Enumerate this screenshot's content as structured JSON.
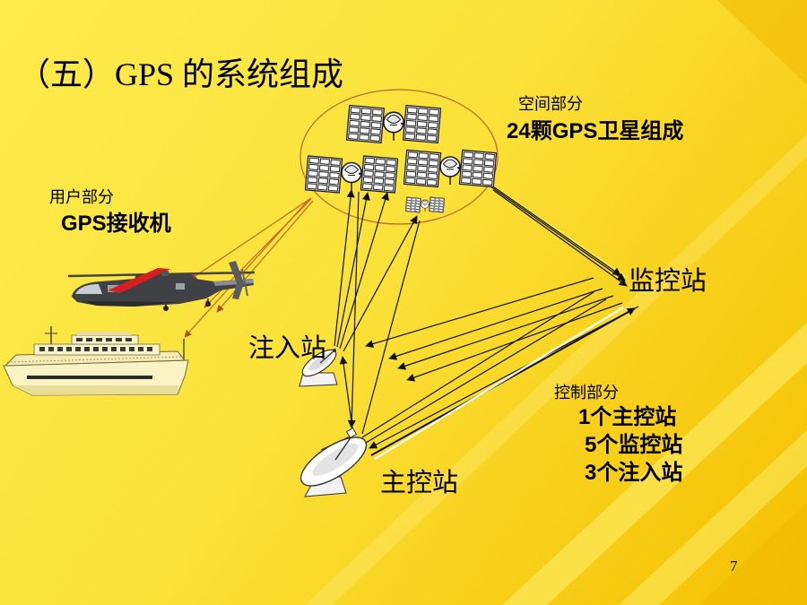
{
  "slide": {
    "title": "（五）GPS 的系统组成",
    "page_number": "7"
  },
  "space_segment": {
    "heading": "空间部分",
    "description": "24颗GPS卫星组成"
  },
  "user_segment": {
    "heading": "用户部分",
    "description": "GPS接收机"
  },
  "stations": {
    "monitor": "监控站",
    "injection": "注入站",
    "master": "主控站"
  },
  "control_segment": {
    "heading": "控制部分",
    "items": [
      "1个主控站",
      "5个监控站",
      "3个注入站"
    ]
  },
  "colors": {
    "background_light": "#fdeb4c",
    "background_dark": "#f4c000",
    "space_ellipse": "#b8692b",
    "user_link": "#c8641e",
    "text": "#000000"
  },
  "icons": {
    "satellite": "satellite-icon",
    "helicopter": "helicopter-icon",
    "ship": "ship-icon",
    "dish": "dish-antenna-icon"
  }
}
